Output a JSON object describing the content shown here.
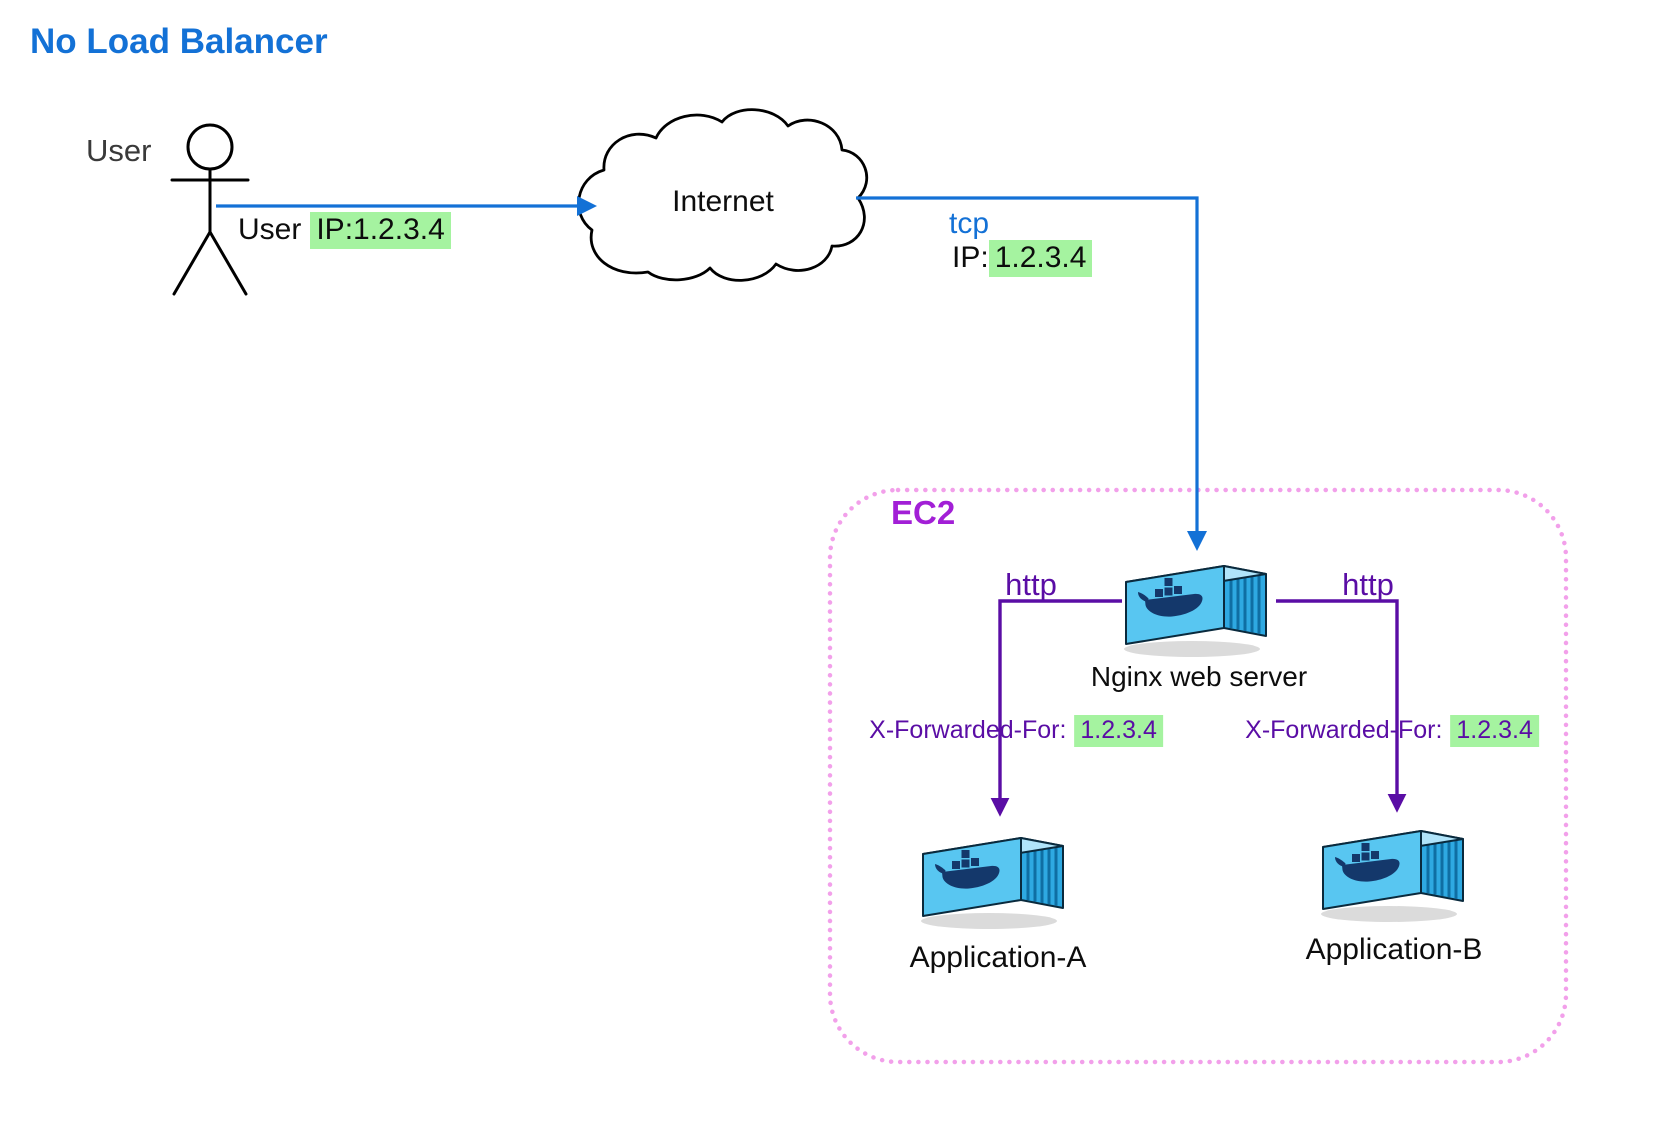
{
  "diagram": {
    "title": "No Load Balancer",
    "colors": {
      "accent_blue": "#1371d6",
      "accent_purple": "#5a0da5",
      "ec2_label": "#a21fd6",
      "green_highlight": "#a5f3a0",
      "pink_border": "#f2a0ea"
    },
    "user": {
      "label": "User",
      "flow_prefix": "User",
      "flow_ip": "IP:1.2.3.4"
    },
    "internet": {
      "label": "Internet"
    },
    "tcp_link": {
      "protocol": "tcp",
      "ip_prefix": "IP:",
      "ip": "1.2.3.4"
    },
    "ec2": {
      "label": "EC2"
    },
    "nginx": {
      "label": "Nginx web server",
      "http_left": "http",
      "http_right": "http"
    },
    "forwarded_left": {
      "prefix": "X-Forwarded-For:",
      "ip": "1.2.3.4"
    },
    "forwarded_right": {
      "prefix": "X-Forwarded-For:",
      "ip": "1.2.3.4"
    },
    "app_a": {
      "label": "Application-A"
    },
    "app_b": {
      "label": "Application-B"
    }
  }
}
